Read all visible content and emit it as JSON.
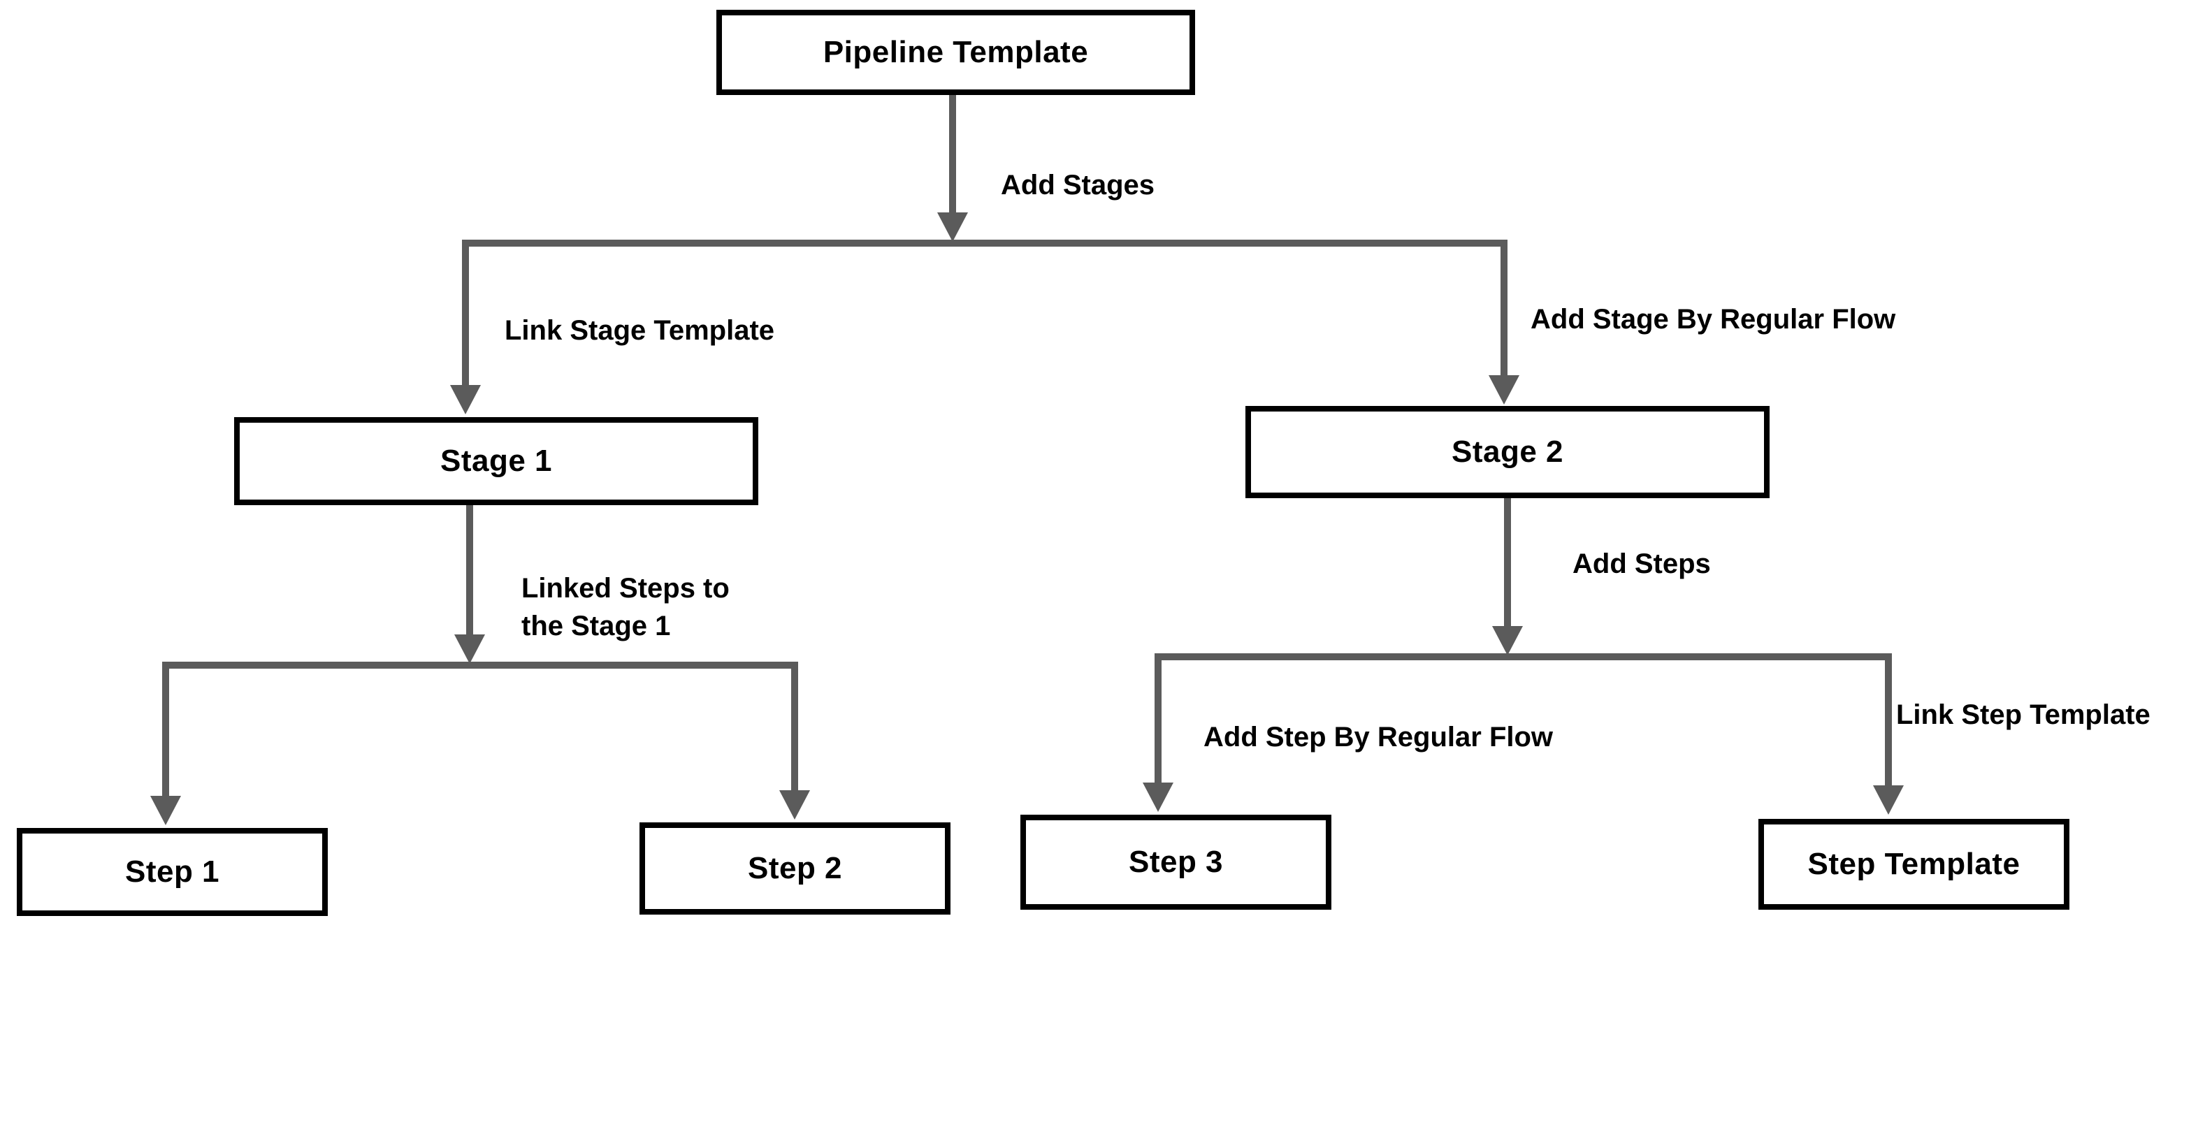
{
  "diagram": {
    "type": "flowchart",
    "background": "#ffffff"
  },
  "colors": {
    "connector": "#5b5b5b",
    "node_border": "#000000",
    "node_fill": "#ffffff",
    "text": "#000000"
  },
  "nodes": [
    {
      "id": "pipeline-template",
      "label": "Pipeline Template"
    },
    {
      "id": "stage-1",
      "label": "Stage 1"
    },
    {
      "id": "stage-2",
      "label": "Stage 2"
    },
    {
      "id": "step-1",
      "label": "Step 1"
    },
    {
      "id": "step-2",
      "label": "Step 2"
    },
    {
      "id": "step-3",
      "label": "Step 3"
    },
    {
      "id": "step-template",
      "label": "Step Template"
    }
  ],
  "edge_labels": [
    {
      "id": "add-stages",
      "label": "Add Stages"
    },
    {
      "id": "link-stage-template",
      "label": "Link Stage Template"
    },
    {
      "id": "add-stage-by-regular-flow",
      "label": "Add Stage By Regular Flow"
    },
    {
      "id": "linked-steps-to-the-stage-1",
      "label": "Linked Steps to the Stage 1"
    },
    {
      "id": "add-steps",
      "label": "Add Steps"
    },
    {
      "id": "add-step-by-regular-flow",
      "label": "Add Step By Regular Flow"
    },
    {
      "id": "link-step-template",
      "label": "Link Step Template"
    }
  ]
}
